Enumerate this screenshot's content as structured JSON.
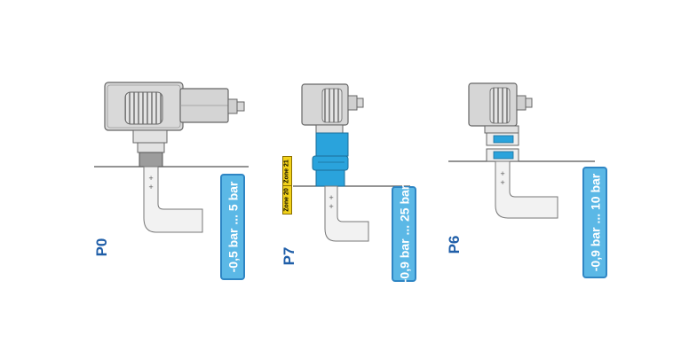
{
  "devices": [
    {
      "model": "P0",
      "range": "-0,5 bar ... 5 bar"
    },
    {
      "model": "P7",
      "range": "-0,9 bar ... 25 bar",
      "zones": [
        "Zone 20",
        "Zone 21"
      ]
    },
    {
      "model": "P6",
      "range": "-0,9 bar ... 10 bar"
    }
  ],
  "colors": {
    "housing": "#d6d6d6",
    "outline": "#6d6d6d",
    "accent_blue": "#2aa3dc",
    "badge_fill": "#5bb8e6",
    "model_text": "#1f5ea8",
    "zone_fill": "#f2d21b"
  }
}
